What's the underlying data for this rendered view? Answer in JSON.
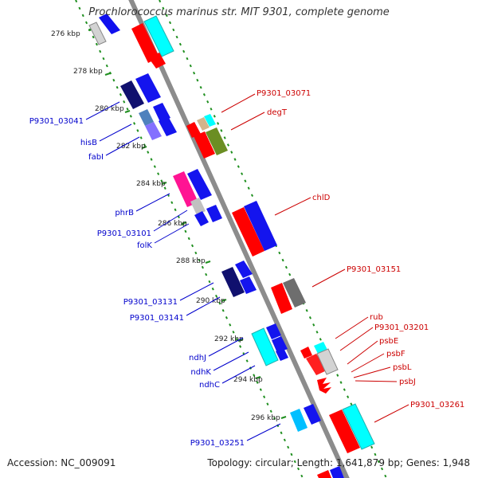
{
  "title": "Prochlorococcus marinus str. MIT 9301, complete genome",
  "footer": {
    "accession": "Accession: NC_009091",
    "summary": "Topology: circular; Length: 1,641,879 bp; Genes: 1,948"
  },
  "ticks": [
    "276 kbp",
    "278 kbp",
    "280 kbp",
    "282 kbp",
    "284 kbp",
    "286 kbp",
    "288 kbp",
    "290 kbp",
    "292 kbp",
    "294 kbp",
    "296 kbp"
  ],
  "forward_labels": [
    "P9301_03071",
    "degT",
    "chlD",
    "P9301_03151",
    "rub",
    "P9301_03201",
    "psbE",
    "psbF",
    "psbL",
    "psbJ",
    "P9301_03261"
  ],
  "reverse_labels": [
    "P9301_03041",
    "hisB",
    "fabI",
    "phrB",
    "P9301_03101",
    "folK",
    "P9301_03131",
    "P9301_03141",
    "ndhJ",
    "ndhK",
    "ndhC",
    "P9301_03251"
  ],
  "colors": {
    "forward_label": "#cc0000",
    "reverse_label": "#0000cc",
    "backbone": "#8c8c8c",
    "track_dots": "#228b22"
  }
}
